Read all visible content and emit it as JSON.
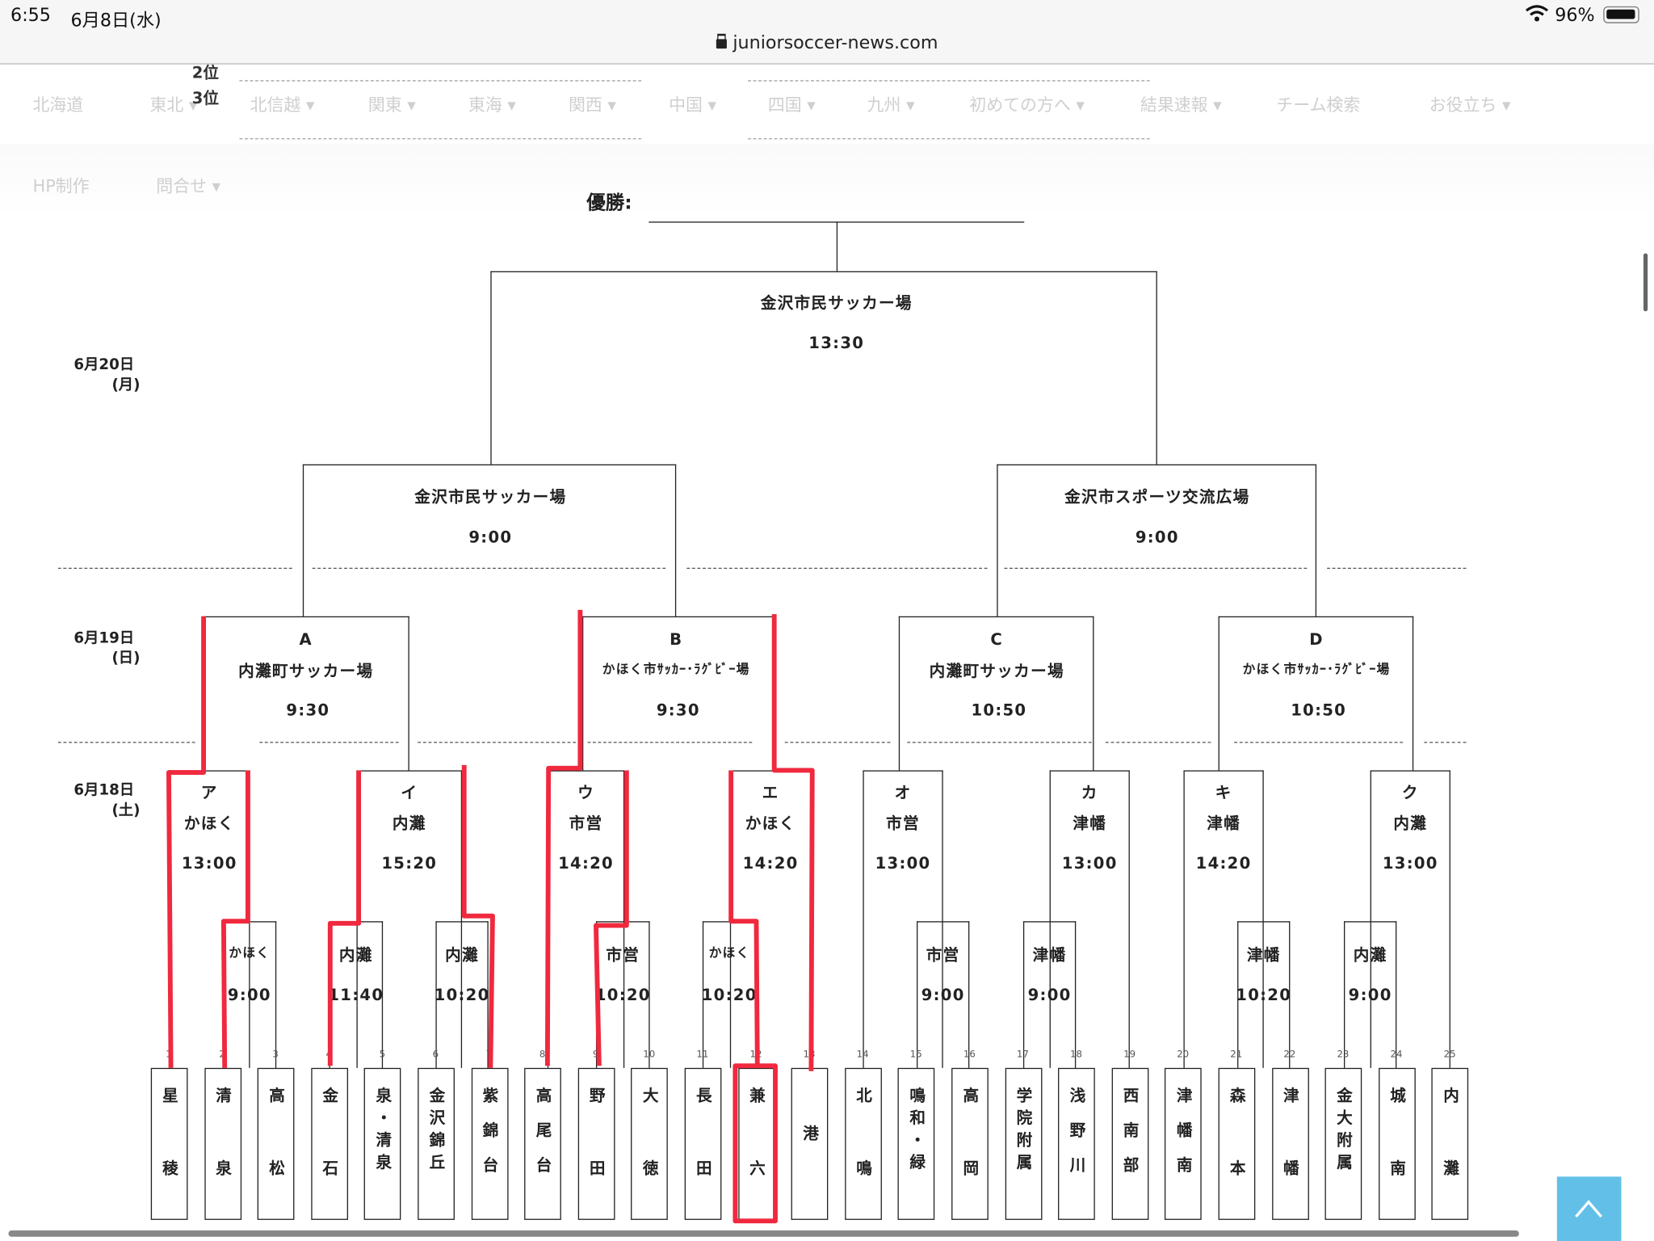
{
  "status_bar": {
    "time": "6:55",
    "date": "6月8日(水)",
    "battery": "96%"
  },
  "url_bar": {
    "domain": "juniorsoccer-news.com"
  },
  "nav": {
    "row1": [
      "北海道",
      "東北 ▾",
      "北信越 ▾",
      "関東 ▾",
      "東海 ▾",
      "関西 ▾",
      "中国 ▾",
      "四国 ▾",
      "九州 ▾",
      "初めての方へ ▾",
      "結果速報 ▾",
      "チーム検索",
      "お役立ち ▾"
    ],
    "row2": [
      "HP制作",
      "問合せ ▾"
    ]
  },
  "ranks": {
    "second": "2位",
    "third": "3位",
    "winner": "優勝:"
  },
  "dates": [
    {
      "date": "6月20日",
      "day": "(月)"
    },
    {
      "date": "6月19日",
      "day": "(日)"
    },
    {
      "date": "6月18日",
      "day": "(土)"
    }
  ],
  "final": {
    "venue": "金沢市民サッカー場",
    "time": "13:30"
  },
  "semis": [
    {
      "venue": "金沢市民サッカー場",
      "time": "9:00"
    },
    {
      "venue": "金沢市スポーツ交流広場",
      "time": "9:00"
    }
  ],
  "quarters": [
    {
      "letter": "A",
      "venue": "内灘町サッカー場",
      "time": "9:30"
    },
    {
      "letter": "B",
      "venue": "かほく市ｻｯｶｰ･ﾗｸﾞﾋﾞｰ場",
      "time": "9:30"
    },
    {
      "letter": "C",
      "venue": "内灘町サッカー場",
      "time": "10:50"
    },
    {
      "letter": "D",
      "venue": "かほく市ｻｯｶｰ･ﾗｸﾞﾋﾞｰ場",
      "time": "10:50"
    }
  ],
  "round2": [
    {
      "letter": "ア",
      "venue": "かほく",
      "time": "13:00"
    },
    {
      "letter": "イ",
      "venue": "内灘",
      "time": "15:20"
    },
    {
      "letter": "ウ",
      "venue": "市営",
      "time": "14:20"
    },
    {
      "letter": "エ",
      "venue": "かほく",
      "time": "14:20"
    },
    {
      "letter": "オ",
      "venue": "市営",
      "time": "13:00"
    },
    {
      "letter": "カ",
      "venue": "津幡",
      "time": "13:00"
    },
    {
      "letter": "キ",
      "venue": "津幡",
      "time": "14:20"
    },
    {
      "letter": "ク",
      "venue": "内灘",
      "time": "13:00"
    }
  ],
  "round1": [
    {
      "venue": "かほく",
      "time": "9:00"
    },
    {
      "venue": "内灘",
      "time": "11:40"
    },
    {
      "venue": "内灘",
      "time": "10:20"
    },
    {
      "venue": "市営",
      "time": "10:20"
    },
    {
      "venue": "かほく",
      "time": "10:20"
    },
    {
      "venue": "市営",
      "time": "9:00"
    },
    {
      "venue": "津幡",
      "time": "9:00"
    },
    {
      "venue": "津幡",
      "time": "10:20"
    },
    {
      "venue": "内灘",
      "time": "9:00"
    }
  ],
  "teams": [
    {
      "no": "1",
      "name": "星稜"
    },
    {
      "no": "2",
      "name": "清泉"
    },
    {
      "no": "3",
      "name": "高松"
    },
    {
      "no": "4",
      "name": "金石"
    },
    {
      "no": "5",
      "name": "泉・清泉"
    },
    {
      "no": "6",
      "name": "金沢錦丘"
    },
    {
      "no": "7",
      "name": "紫錦台"
    },
    {
      "no": "8",
      "name": "高尾台"
    },
    {
      "no": "9",
      "name": "野田"
    },
    {
      "no": "10",
      "name": "大徳"
    },
    {
      "no": "11",
      "name": "長田"
    },
    {
      "no": "12",
      "name": "兼六"
    },
    {
      "no": "13",
      "name": "港"
    },
    {
      "no": "14",
      "name": "北鳴"
    },
    {
      "no": "15",
      "name": "鳴和・緑"
    },
    {
      "no": "16",
      "name": "高岡"
    },
    {
      "no": "17",
      "name": "学院附属"
    },
    {
      "no": "18",
      "name": "浅野川"
    },
    {
      "no": "19",
      "name": "西南部"
    },
    {
      "no": "20",
      "name": "津幡南"
    },
    {
      "no": "21",
      "name": "森本"
    },
    {
      "no": "22",
      "name": "津幡"
    },
    {
      "no": "23",
      "name": "金大附属"
    },
    {
      "no": "24",
      "name": "城南"
    },
    {
      "no": "25",
      "name": "内灘"
    }
  ],
  "colors": {
    "annotation_red": "#f0293e",
    "scroll_top_button": "#62c0e8"
  }
}
